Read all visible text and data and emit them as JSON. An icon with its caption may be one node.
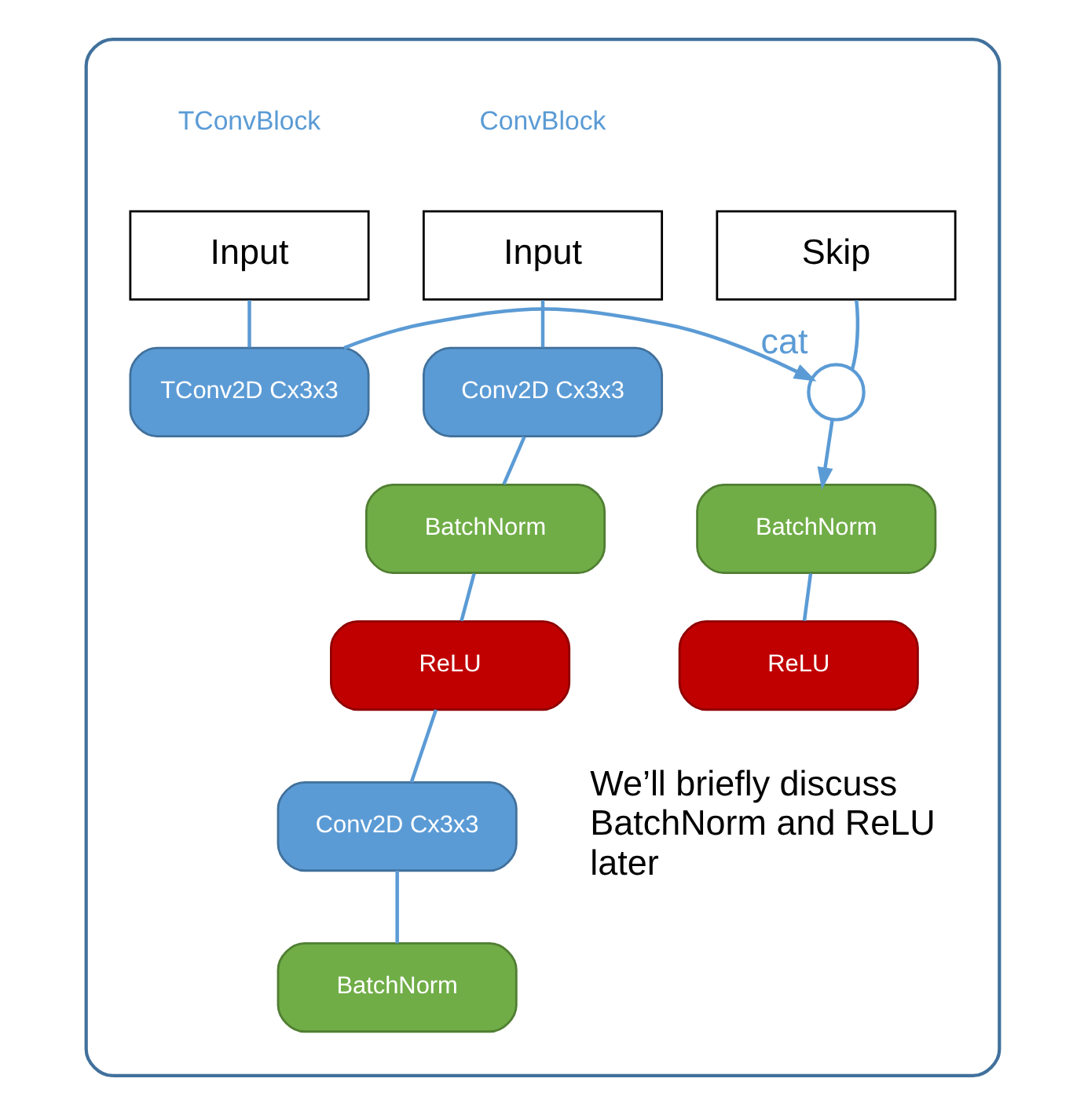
{
  "diagram": {
    "nodes": [
      {
        "text": [],
        "shape": "box"
      },
      {
        "text": [
          "Input"
        ],
        "in": 0
      },
      {
        "text": [
          "Conv2D Cx3x3"
        ],
        "in": 0
      },
      {
        "text": [
          "BatchNorm"
        ],
        "in": 0
      },
      {
        "text": [
          "ReLU"
        ],
        "in": 0
      },
      {
        "text": [
          "Conv2D Cx3x3"
        ],
        "in": 0
      },
      {
        "text": [
          "BatchNorm"
        ],
        "in": 0
      },
      {
        "text": [
          "Input"
        ],
        "in": 0
      },
      {
        "text": [
          "Skip"
        ],
        "in": 0
      },
      {
        "text": [
          "TConv2D Cx3x3"
        ],
        "in": 0
      },
      {
        "text": [],
        "shape": "circle",
        "beside": [
          "cat"
        ],
        "in": 0
      },
      {
        "text": [
          "BatchNorm"
        ],
        "in": 0
      },
      {
        "text": [
          "ReLU"
        ],
        "in": 0
      }
    ],
    "edges": [
      {
        "from": 1,
        "to": 2,
        "arrow": "none"
      },
      {
        "from": 2,
        "to": 3,
        "arrow": "none"
      },
      {
        "from": 3,
        "to": 4,
        "arrow": "none"
      },
      {
        "from": 4,
        "to": 5,
        "arrow": "none"
      },
      {
        "from": 5,
        "to": 6,
        "arrow": "none"
      },
      {
        "from": 7,
        "to": 9,
        "arrow": "none"
      },
      {
        "from": 9,
        "to": 10,
        "arrow": "to"
      },
      {
        "from": 8,
        "to": 10,
        "arrow": "none"
      },
      {
        "from": 10,
        "to": 11,
        "arrow": "to"
      },
      {
        "from": 11,
        "to": 12,
        "arrow": "none"
      }
    ],
    "labels": [
      "ConvBlock",
      "TConvBlock",
      "We’ll briefly discuss BatchNorm and ReLU later"
    ]
  }
}
